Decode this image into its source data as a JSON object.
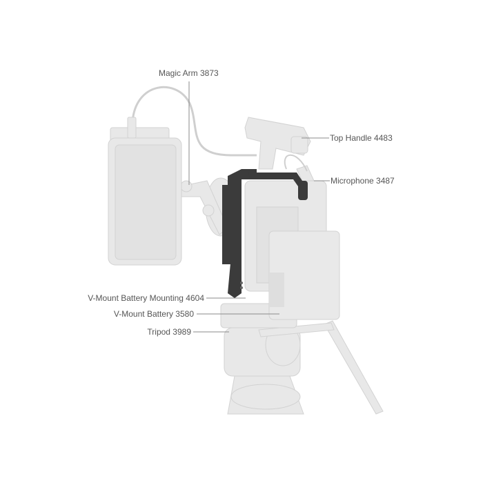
{
  "labels": {
    "magic_arm": "Magic Arm 3873",
    "top_handle": "Top Handle 4483",
    "microphone": "Microphone 3487",
    "vmount_mounting": "V-Mount Battery Mounting 4604",
    "vmount_battery": "V-Mount Battery 3580",
    "tripod": "Tripod 3989"
  },
  "colors": {
    "part_gray": "#e6e6e6",
    "cage_dark": "#3a3a3a",
    "label_text": "#555555",
    "leader_line": "#8a8a8a"
  }
}
